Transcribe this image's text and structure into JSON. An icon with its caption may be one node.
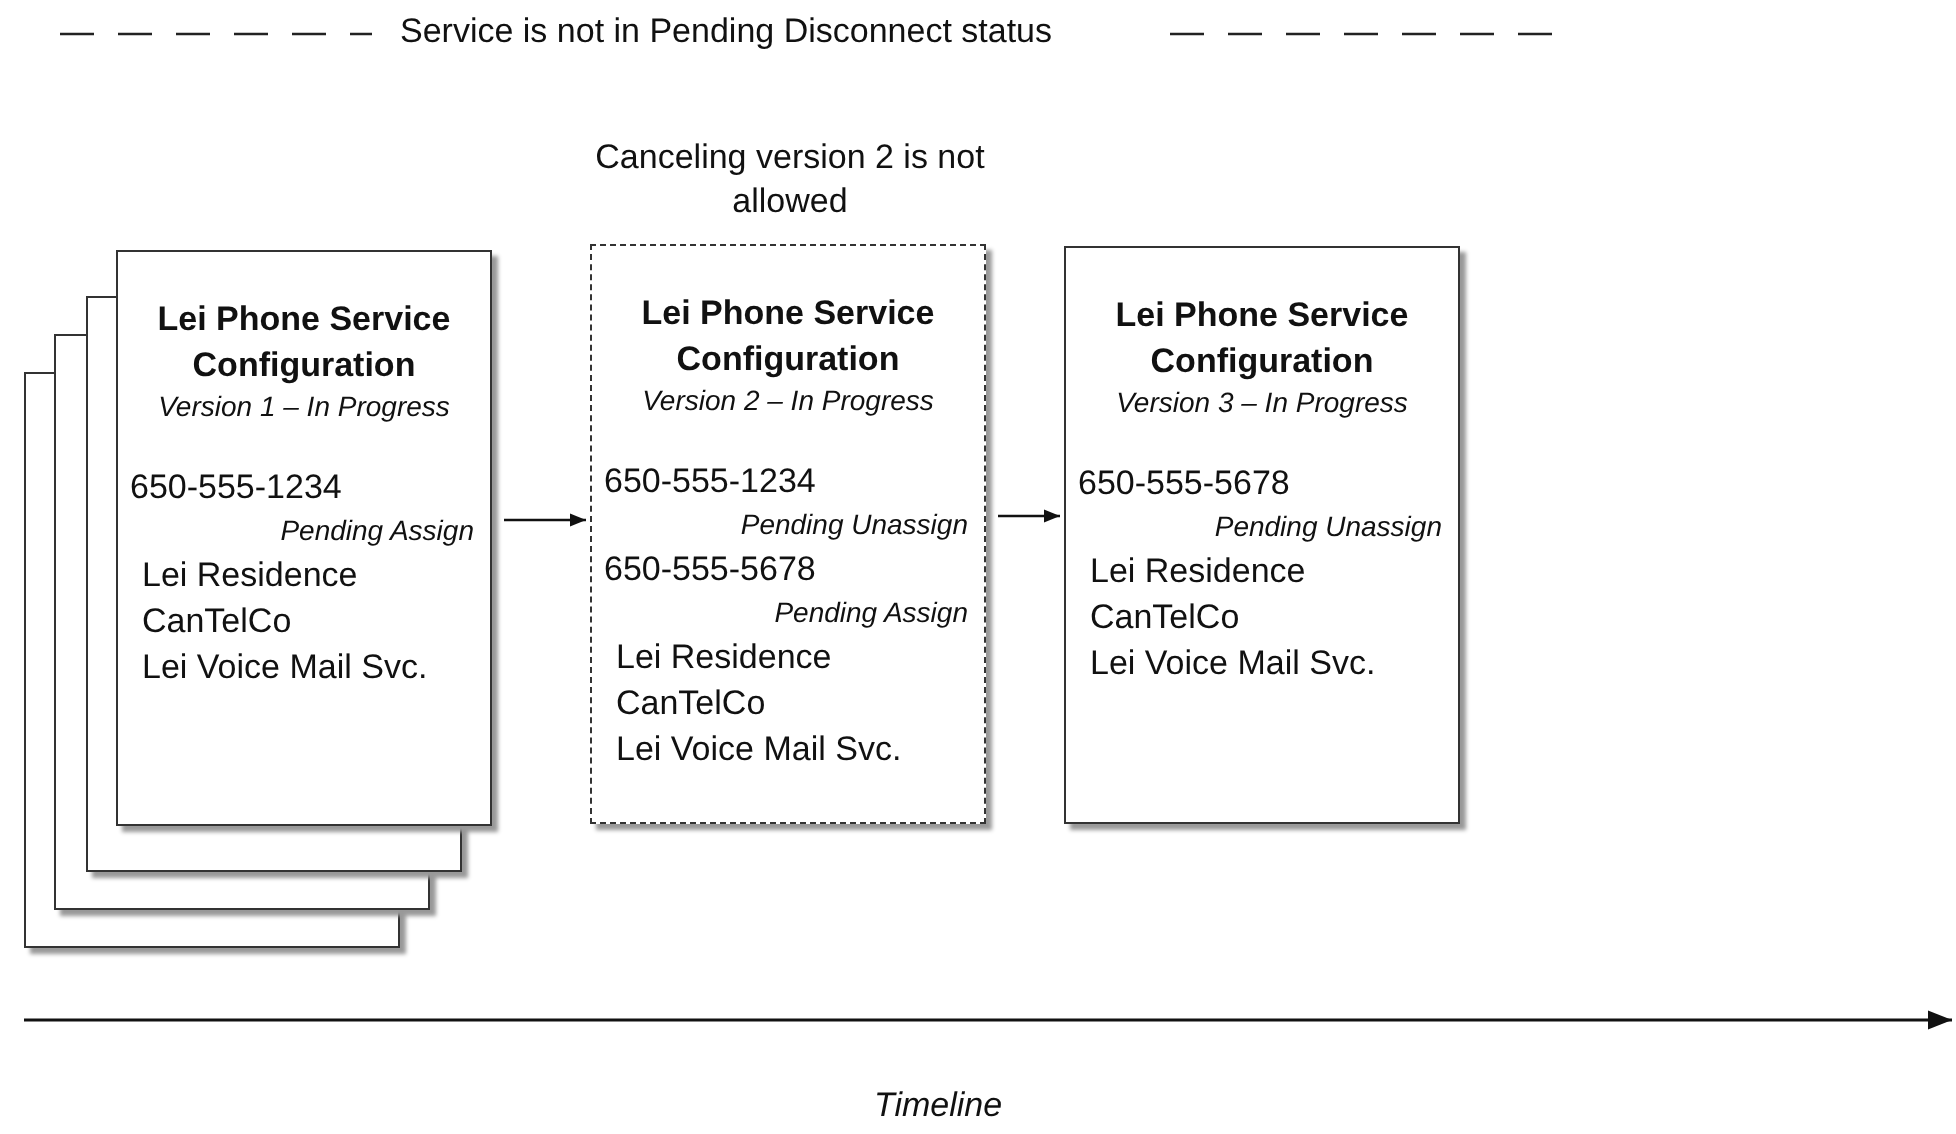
{
  "diagram": {
    "nodes": [
      {
        "text": [
          "Lei Phone Service Configuration",
          "Version 1 – In Progress",
          "650-555-1234",
          "Pending Assign",
          "Lei Residence",
          "CanTelCo",
          "Lei Voice Mail Svc."
        ]
      },
      {
        "text": [
          "Lei Phone Service Configuration",
          "Version 2 – In Progress",
          "650-555-1234",
          "Pending Unassign",
          "650-555-5678",
          "Pending Assign",
          "Lei Residence",
          "CanTelCo",
          "Lei Voice Mail Svc."
        ],
        "beside": [
          "Canceling version 2 is not allowed"
        ]
      },
      {
        "text": [
          "Lei Phone Service Configuration",
          "Version 3 – In Progress",
          "650-555-5678",
          "Pending Unassign",
          "Lei Residence",
          "CanTelCo",
          "Lei Voice Mail Svc."
        ]
      }
    ],
    "edges": [
      {
        "from": 0,
        "to": 1,
        "arrow": "to"
      },
      {
        "from": 1,
        "to": 2,
        "arrow": "to"
      }
    ],
    "labels": [
      "Service is not in Pending Disconnect status",
      "Timeline"
    ]
  }
}
